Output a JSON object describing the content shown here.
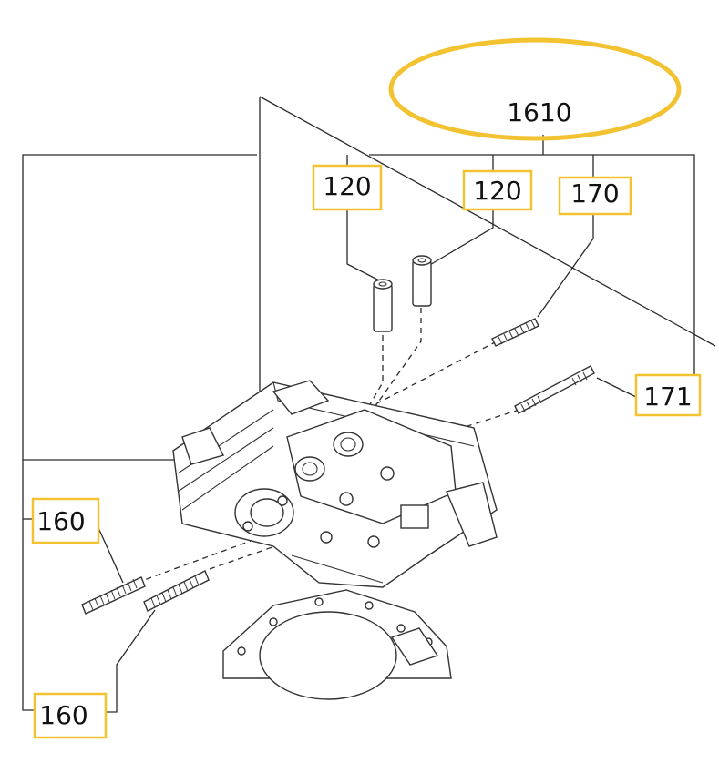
{
  "highlight_color": "#f2c230",
  "label_box_color": "#f2c230",
  "callouts": {
    "assembly": "1610",
    "stud_left": "120",
    "stud_right": "120",
    "stud_top": "170",
    "bolt_long": "171",
    "bolt_mid": "160",
    "bolt_low": "160"
  }
}
